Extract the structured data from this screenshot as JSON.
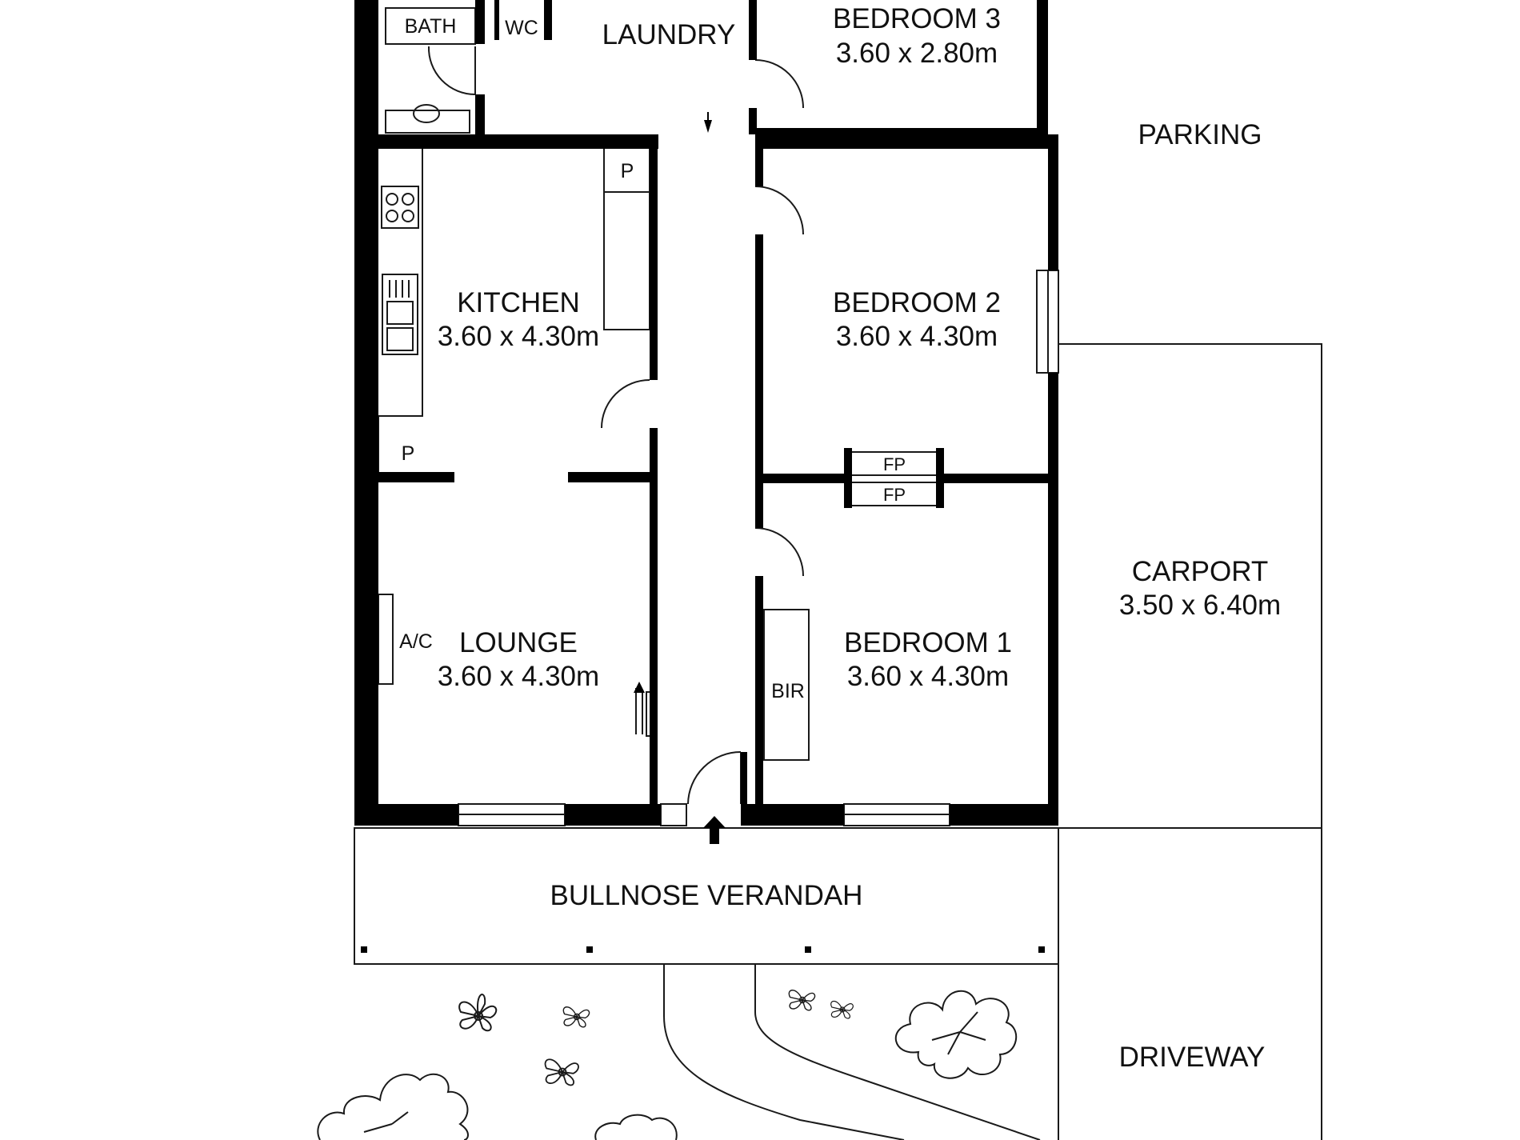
{
  "rooms": {
    "bath": {
      "name": "BATH"
    },
    "wc": {
      "name": "WC"
    },
    "laundry": {
      "name": "LAUNDRY"
    },
    "bedroom3": {
      "name": "BEDROOM 3",
      "size": "3.60 x 2.80m"
    },
    "kitchen": {
      "name": "KITCHEN",
      "size": "3.60 x 4.30m"
    },
    "bedroom2": {
      "name": "BEDROOM 2",
      "size": "3.60 x 4.30m"
    },
    "lounge": {
      "name": "LOUNGE",
      "size": "3.60 x 4.30m"
    },
    "bedroom1": {
      "name": "BEDROOM 1",
      "size": "3.60 x 4.30m"
    },
    "carport": {
      "name": "CARPORT",
      "size": "3.50 x 6.40m"
    },
    "parking": {
      "name": "PARKING"
    },
    "verandah": {
      "name": "BULLNOSE VERANDAH"
    },
    "driveway": {
      "name": "DRIVEWAY"
    }
  },
  "fixtures": {
    "pantry_top": "P",
    "pantry_bottom": "P",
    "fireplace_bed2": "FP",
    "fireplace_bed1": "FP",
    "aircon": "A/C",
    "robe": "BIR"
  },
  "colors": {
    "wall": "#000000",
    "line": "#1a1a1a",
    "background": "#ffffff"
  }
}
